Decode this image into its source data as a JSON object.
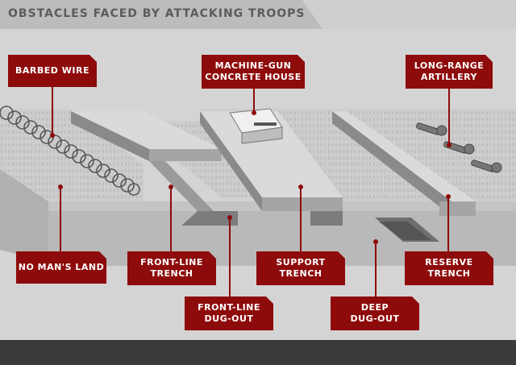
{
  "title": "OBSTACLES FACED BY ATTACKING TROOPS",
  "labels": {
    "barbed_wire": "BARBED WIRE",
    "machine_gun_house": "MACHINE-GUN\nCONCRETE HOUSE",
    "long_range_artillery": "LONG-RANGE\nARTILLERY",
    "no_mans_land": "NO MAN'S LAND",
    "front_line_trench": "FRONT-LINE\nTRENCH",
    "support_trench": "SUPPORT\nTRENCH",
    "reserve_trench": "RESERVE\nTRENCH",
    "front_line_dugout": "FRONT-LINE\nDUG-OUT",
    "deep_dugout": "DEEP\nDUG-OUT"
  },
  "colors": {
    "label_red": "#8e0b0b",
    "background": "#d4d4d4",
    "header_gray": "#bcbcbc",
    "footer": "#3a3a3a",
    "leader_line": "#8e0b0b"
  }
}
